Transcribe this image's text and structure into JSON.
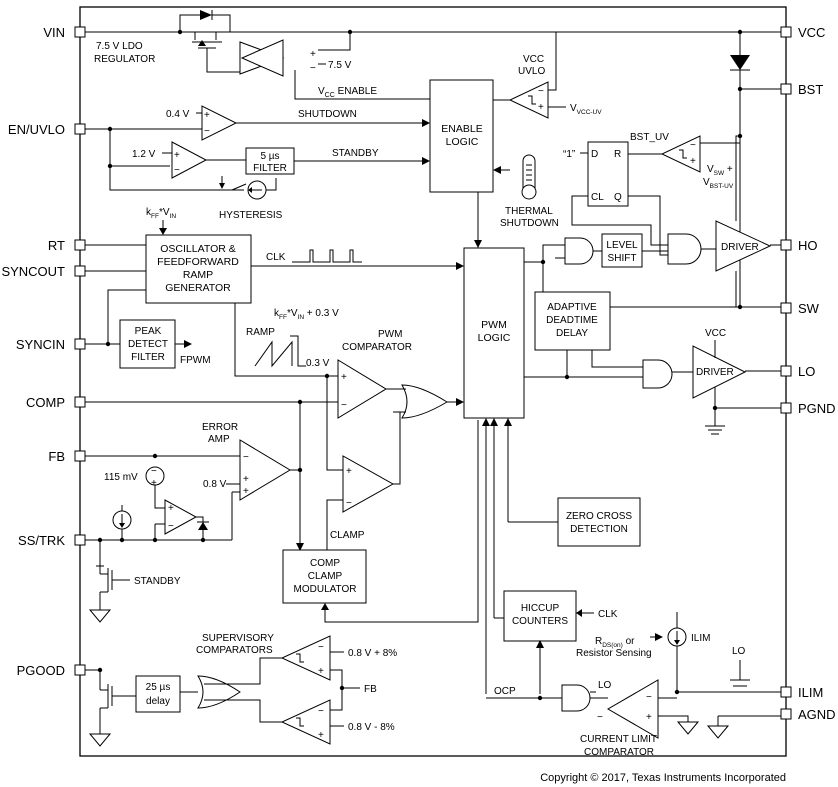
{
  "pins_left": [
    {
      "id": "vin",
      "label": "VIN"
    },
    {
      "id": "en-uvlo",
      "label": "EN/UVLO"
    },
    {
      "id": "rt",
      "label": "RT"
    },
    {
      "id": "syncout",
      "label": "SYNCOUT"
    },
    {
      "id": "syncin",
      "label": "SYNCIN"
    },
    {
      "id": "comp",
      "label": "COMP"
    },
    {
      "id": "fb",
      "label": "FB"
    },
    {
      "id": "ss-trk",
      "label": "SS/TRK"
    },
    {
      "id": "pgood",
      "label": "PGOOD"
    }
  ],
  "pins_right": [
    {
      "id": "vcc",
      "label": "VCC"
    },
    {
      "id": "bst",
      "label": "BST"
    },
    {
      "id": "ho",
      "label": "HO"
    },
    {
      "id": "sw",
      "label": "SW"
    },
    {
      "id": "lo",
      "label": "LO"
    },
    {
      "id": "pgnd",
      "label": "PGND"
    },
    {
      "id": "ilim",
      "label": "ILIM"
    },
    {
      "id": "agnd",
      "label": "AGND"
    }
  ],
  "blocks": {
    "ldo_line1": "7.5 V LDO",
    "ldo_line2": "REGULATOR",
    "enable_logic_line1": "ENABLE",
    "enable_logic_line2": "LOGIC",
    "filter_line1": "5 µs",
    "filter_line2": "FILTER",
    "osc_line1": "OSCILLATOR &",
    "osc_line2": "FEEDFORWARD",
    "osc_line3": "RAMP",
    "osc_line4": "GENERATOR",
    "peak_line1": "PEAK",
    "peak_line2": "DETECT",
    "peak_line3": "FILTER",
    "pwm_logic_line1": "PWM",
    "pwm_logic_line2": "LOGIC",
    "level_shift_line1": "LEVEL",
    "level_shift_line2": "SHIFT",
    "driver_hi": "DRIVER",
    "driver_lo": "DRIVER",
    "adaptive_line1": "ADAPTIVE",
    "adaptive_line2": "DEADTIME",
    "adaptive_line3": "DELAY",
    "zero_cross_line1": "ZERO CROSS",
    "zero_cross_line2": "DETECTION",
    "hiccup_line1": "HICCUP",
    "hiccup_line2": "COUNTERS",
    "comp_clamp_line1": "COMP",
    "comp_clamp_line2": "CLAMP",
    "comp_clamp_line3": "MODULATOR",
    "delay_line1": "25 µs",
    "delay_line2": "delay",
    "ff_d": "D",
    "ff_r": "R",
    "ff_cl": "CL",
    "ff_q": "Q"
  },
  "labels": {
    "vcc_ref": "7.5 V",
    "vcc_enable_prefix": "V",
    "vcc_enable_sub": "CC",
    "vcc_enable_suffix": " ENABLE",
    "vcc_uvlo_line1": "VCC",
    "vcc_uvlo_line2": "UVLO",
    "vvcc_uv_main": "V",
    "vvcc_uv_sub": "VCC-UV",
    "ref_04": "0.4 V",
    "shutdown": "SHUTDOWN",
    "ref_12": "1.2 V",
    "standby_top": "STANDBY",
    "hysteresis": "HYSTERESIS",
    "thermal_line1": "THERMAL",
    "thermal_line2": "SHUTDOWN",
    "one": "“1”",
    "bst_uv": "BST_UV",
    "vsw_line1_main": "V",
    "vsw_line1_sub": "SW",
    "vsw_line1_suffix": " +",
    "vsw_line2_main": "V",
    "vsw_line2_sub": "BST-UV",
    "kff_main": "k",
    "kff_sub_ff": "FF",
    "kff_mid": "*V",
    "kff_sub_in": "IN",
    "clk": "CLK",
    "ramp_top_main": "k",
    "ramp_top_sub_ff": "FF",
    "ramp_top_mid": "*V",
    "ramp_top_sub_in": "IN",
    "ramp_top_suffix": " + 0.3 V",
    "ramp": "RAMP",
    "ramp_bottom": "0.3 V",
    "pwm_comp_line1": "PWM",
    "pwm_comp_line2": "COMPARATOR",
    "fpwm": "FPWM",
    "error_amp_line1": "ERROR",
    "error_amp_line2": "AMP",
    "ref_08": "0.8 V",
    "ref_115": "115 mV",
    "clamp": "CLAMP",
    "standby_bottom": "STANDBY",
    "vcc_lo": "VCC",
    "clk_hiccup": "CLK",
    "rds_line1_main": "R",
    "rds_line1_sub": "DS(on)",
    "rds_line1_suffix": " or",
    "rds_line2": "Resistor Sensing",
    "ilim_src": "ILIM",
    "lo_switch": "LO",
    "supervisory_line1": "SUPERVISORY",
    "supervisory_line2": "COMPARATORS",
    "pg_hi": "0.8 V + 8%",
    "pg_lo": "0.8 V - 8%",
    "fb_sup": "FB",
    "ocp": "OCP",
    "lo_and": "LO",
    "current_limit_line1": "CURRENT LIMIT",
    "current_limit_line2": "COMPARATOR"
  },
  "copyright": "Copyright © 2017, Texas Instruments Incorporated"
}
